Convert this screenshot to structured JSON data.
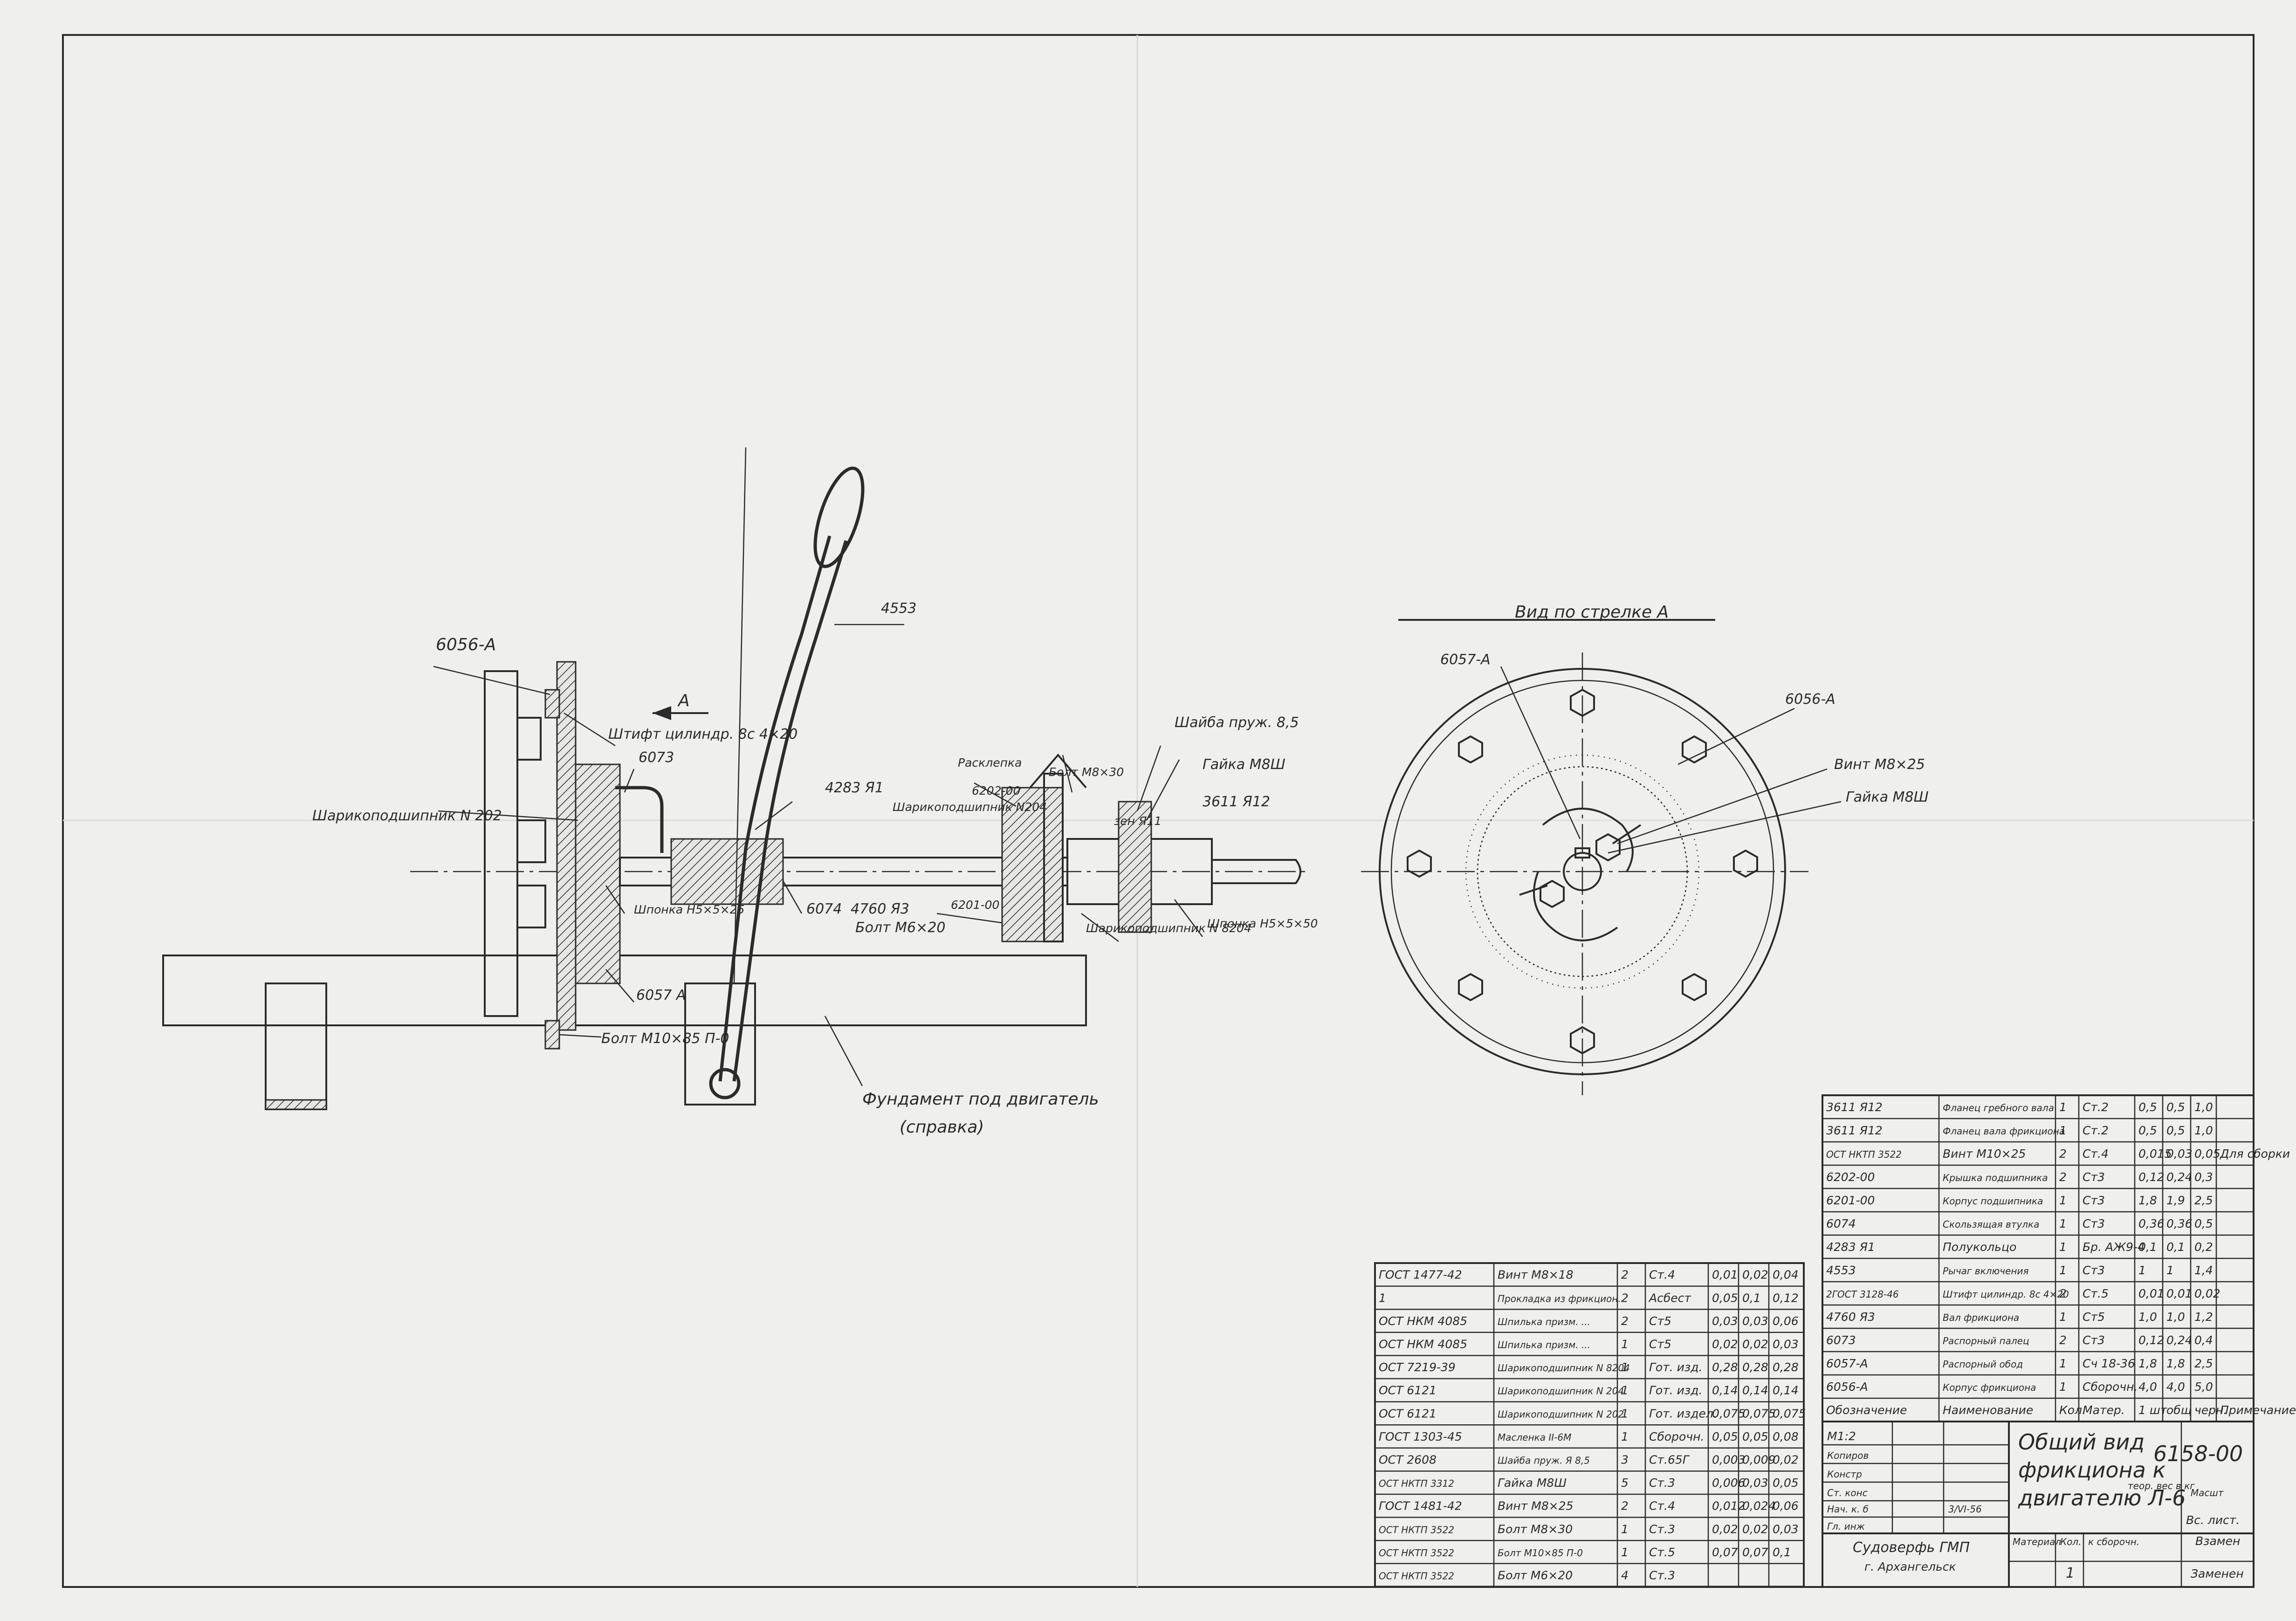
{
  "labels": {
    "p6056a": "6056-А",
    "arrow_a": "А",
    "pin": "Штифт цилиндр. 8с 4×20",
    "p6073": "6073",
    "bearing202": "Шарикоподшипник N 202",
    "key_small": "Шпонка Н5×5×25",
    "p6057a": "6057 А",
    "bolt_m10": "Болт М10×85 П-0",
    "foundation": "Фундамент под двигатель",
    "foundation_note": "(справка)",
    "p4553": "4553",
    "p4283": "4283 Я1",
    "p6074": "6074",
    "p4760": "4760 Я3",
    "bolt_m6": "Болт М6×20",
    "p6201": "6201-00",
    "bearing204_top": "Шарикоподшипник N204",
    "distance": "Расклепка",
    "p6202_label": "6202-00",
    "bolt_m8": "Болт М8×30",
    "washer": "Шайба пруж. 8,5",
    "nut_m8": "Гайка М8Ш",
    "p3611": "3611 Я12",
    "zen": "зен Я11",
    "key_large": "Шпонка Н5×5×50",
    "bearing204": "Шарикоподшипник N 8204",
    "view_title": "Вид по стрелке А",
    "p6057a_view": "6057-А",
    "p6056a_view": "6056-А",
    "screw_view": "Винт М8×25",
    "nut_view": "Гайка М8Ш"
  },
  "left_table": [
    [
      "ГОСТ 1477-42",
      "Винт М8×18",
      "2",
      "Ст.4",
      "0,01",
      "0,02",
      "0,04"
    ],
    [
      "1",
      "Прокладка из фрикцион.",
      "2",
      "Асбест",
      "0,05",
      "0,1",
      "0,12"
    ],
    [
      "ОСТ НКМ 4085",
      "Шпилька призм. ...",
      "2",
      "Ст5",
      "0,03",
      "0,03",
      "0,06"
    ],
    [
      "ОСТ НКМ 4085",
      "Шпилька призм. ...",
      "1",
      "Ст5",
      "0,02",
      "0,02",
      "0,03"
    ],
    [
      "ОСТ 7219-39",
      "Шарикоподшипник N 8204",
      "1",
      "Гот. изд.",
      "0,28",
      "0,28",
      "0,28"
    ],
    [
      "ОСТ 6121",
      "Шарикоподшипник N 204",
      "1",
      "Гот. изд.",
      "0,14",
      "0,14",
      "0,14"
    ],
    [
      "ОСТ 6121",
      "Шарикоподшипник N 202",
      "1",
      "Гот. издел.",
      "0,075",
      "0,075",
      "0,075"
    ],
    [
      "ГОСТ 1303-45",
      "Масленка II-6М",
      "1",
      "Сборочн.",
      "0,05",
      "0,05",
      "0,08"
    ],
    [
      "ОСТ 2608",
      "Шайба пруж. Я 8,5",
      "3",
      "Ст.65Г",
      "0,003",
      "0,009",
      "0,02"
    ],
    [
      "ОСТ НКТП 3312",
      "Гайка М8Ш",
      "5",
      "Ст.3",
      "0,006",
      "0,03",
      "0,05"
    ],
    [
      "ГОСТ 1481-42",
      "Винт М8×25",
      "2",
      "Ст.4",
      "0,012",
      "0,024",
      "0,06"
    ],
    [
      "ОСТ НКТП 3522",
      "Болт М8×30",
      "1",
      "Ст.3",
      "0,02",
      "0,02",
      "0,03"
    ],
    [
      "ОСТ НКТП 3522",
      "Болт М10×85 П-0",
      "1",
      "Ст.5",
      "0,07",
      "0,07",
      "0,1"
    ],
    [
      "ОСТ НКТП 3522",
      "Болт М6×20",
      "4",
      "Ст.3",
      "",
      "",
      ""
    ]
  ],
  "right_table": [
    [
      "3611 Я12",
      "Фланец гребного вала",
      "1",
      "Ст.2",
      "0,5",
      "0,5",
      "1,0",
      ""
    ],
    [
      "3611 Я12",
      "Фланец вала фрикциона",
      "1",
      "Ст.2",
      "0,5",
      "0,5",
      "1,0",
      ""
    ],
    [
      "ОСТ НКТП 3522",
      "Винт М10×25",
      "2",
      "Ст.4",
      "0,015",
      "0,03",
      "0,05",
      "Для сборки"
    ],
    [
      "6202-00",
      "Крышка подшипника",
      "2",
      "Ст3",
      "0,12",
      "0,24",
      "0,3",
      ""
    ],
    [
      "6201-00",
      "Корпус подшипника",
      "1",
      "Ст3",
      "1,8",
      "1,9",
      "2,5",
      ""
    ],
    [
      "6074",
      "Скользящая втулка",
      "1",
      "Ст3",
      "0,36",
      "0,36",
      "0,5",
      ""
    ],
    [
      "4283 Я1",
      "Полукольцо",
      "1",
      "Бр. АЖ9-4",
      "0,1",
      "0,1",
      "0,2",
      ""
    ],
    [
      "4553",
      "Рычаг включения",
      "1",
      "Ст3",
      "1",
      "1",
      "1,4",
      ""
    ],
    [
      "2ГОСТ 3128-46",
      "Штифт цилиндр. 8с 4×20",
      "2",
      "Ст.5",
      "0,01",
      "0,01",
      "0,02",
      ""
    ],
    [
      "4760 Я3",
      "Вал фрикциона",
      "1",
      "Ст5",
      "1,0",
      "1,0",
      "1,2",
      ""
    ],
    [
      "6073",
      "Распорный палец",
      "2",
      "Ст3",
      "0,12",
      "0,24",
      "0,4",
      ""
    ],
    [
      "6057-А",
      "Распорный обод",
      "1",
      "Сч 18-36",
      "1,8",
      "1,8",
      "2,5",
      ""
    ],
    [
      "6056-А",
      "Корпус фрикциона",
      "1",
      "Сборочн.",
      "4,0",
      "4,0",
      "5,0",
      ""
    ]
  ],
  "right_header": [
    "Обозначение",
    "Наименование",
    "Кол.",
    "Матер.",
    "1 шт",
    "общ",
    "черн.",
    "Примечание"
  ],
  "title_block": {
    "title_line1": "Общий вид",
    "title_line2": "фрикциона к",
    "title_line3": "двигателю Л-6",
    "number": "6158-00",
    "sheet_label": "Вс. лист.",
    "ref": "М1:2",
    "org_line1": "Судоверфь ГМП",
    "org_line2": "г. Архангельск",
    "roles": [
      "Копиров",
      "Констр",
      "Ст. конс",
      "Нач. к. б",
      "Гл. инж"
    ],
    "date": "3/VI-56",
    "col_headers": [
      "Материал",
      "Кол.",
      "к сборочн.",
      "Взамен"
    ],
    "qty": "1",
    "replaced": "Заменен",
    "weight_note": "теор. вес в кг",
    "scale_note": "Масшт"
  }
}
